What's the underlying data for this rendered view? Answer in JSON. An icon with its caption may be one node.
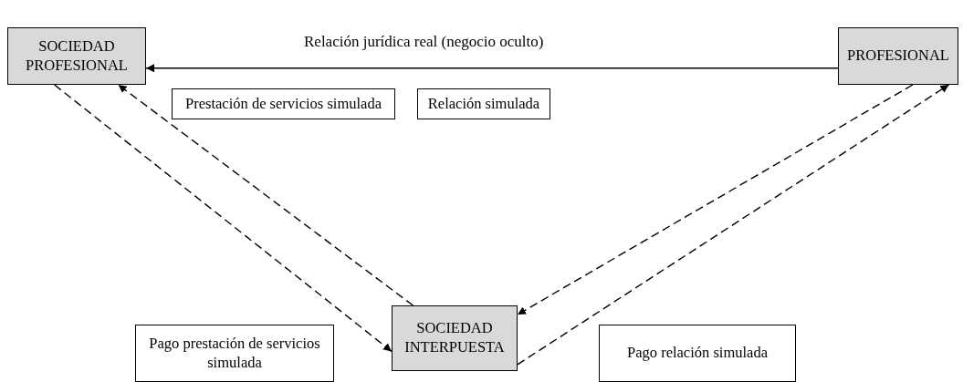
{
  "diagram": {
    "nodes": [
      {
        "text": [
          "SOCIEDAD PROFESIONAL"
        ]
      },
      {
        "text": [
          "PROFESIONAL"
        ]
      },
      {
        "text": [
          "Prestación de servicios simulada"
        ]
      },
      {
        "text": [
          "Relación simulada"
        ]
      },
      {
        "text": [
          "Pago prestación de servicios simulada"
        ]
      },
      {
        "text": [
          "SOCIEDAD INTERPUESTA"
        ]
      },
      {
        "text": [
          "Pago relación simulada"
        ]
      }
    ],
    "edges": [
      {
        "from": 1,
        "to": 0,
        "arrow": "to",
        "label": "Relación jurídica real (negocio oculto)"
      },
      {
        "from": 5,
        "to": 0,
        "arrow": "to",
        "style": "dashed"
      },
      {
        "from": 0,
        "to": 5,
        "arrow": "to",
        "style": "dashed"
      },
      {
        "from": 1,
        "to": 5,
        "arrow": "to",
        "style": "dashed"
      },
      {
        "from": 5,
        "to": 1,
        "arrow": "to",
        "style": "dashed"
      }
    ]
  }
}
